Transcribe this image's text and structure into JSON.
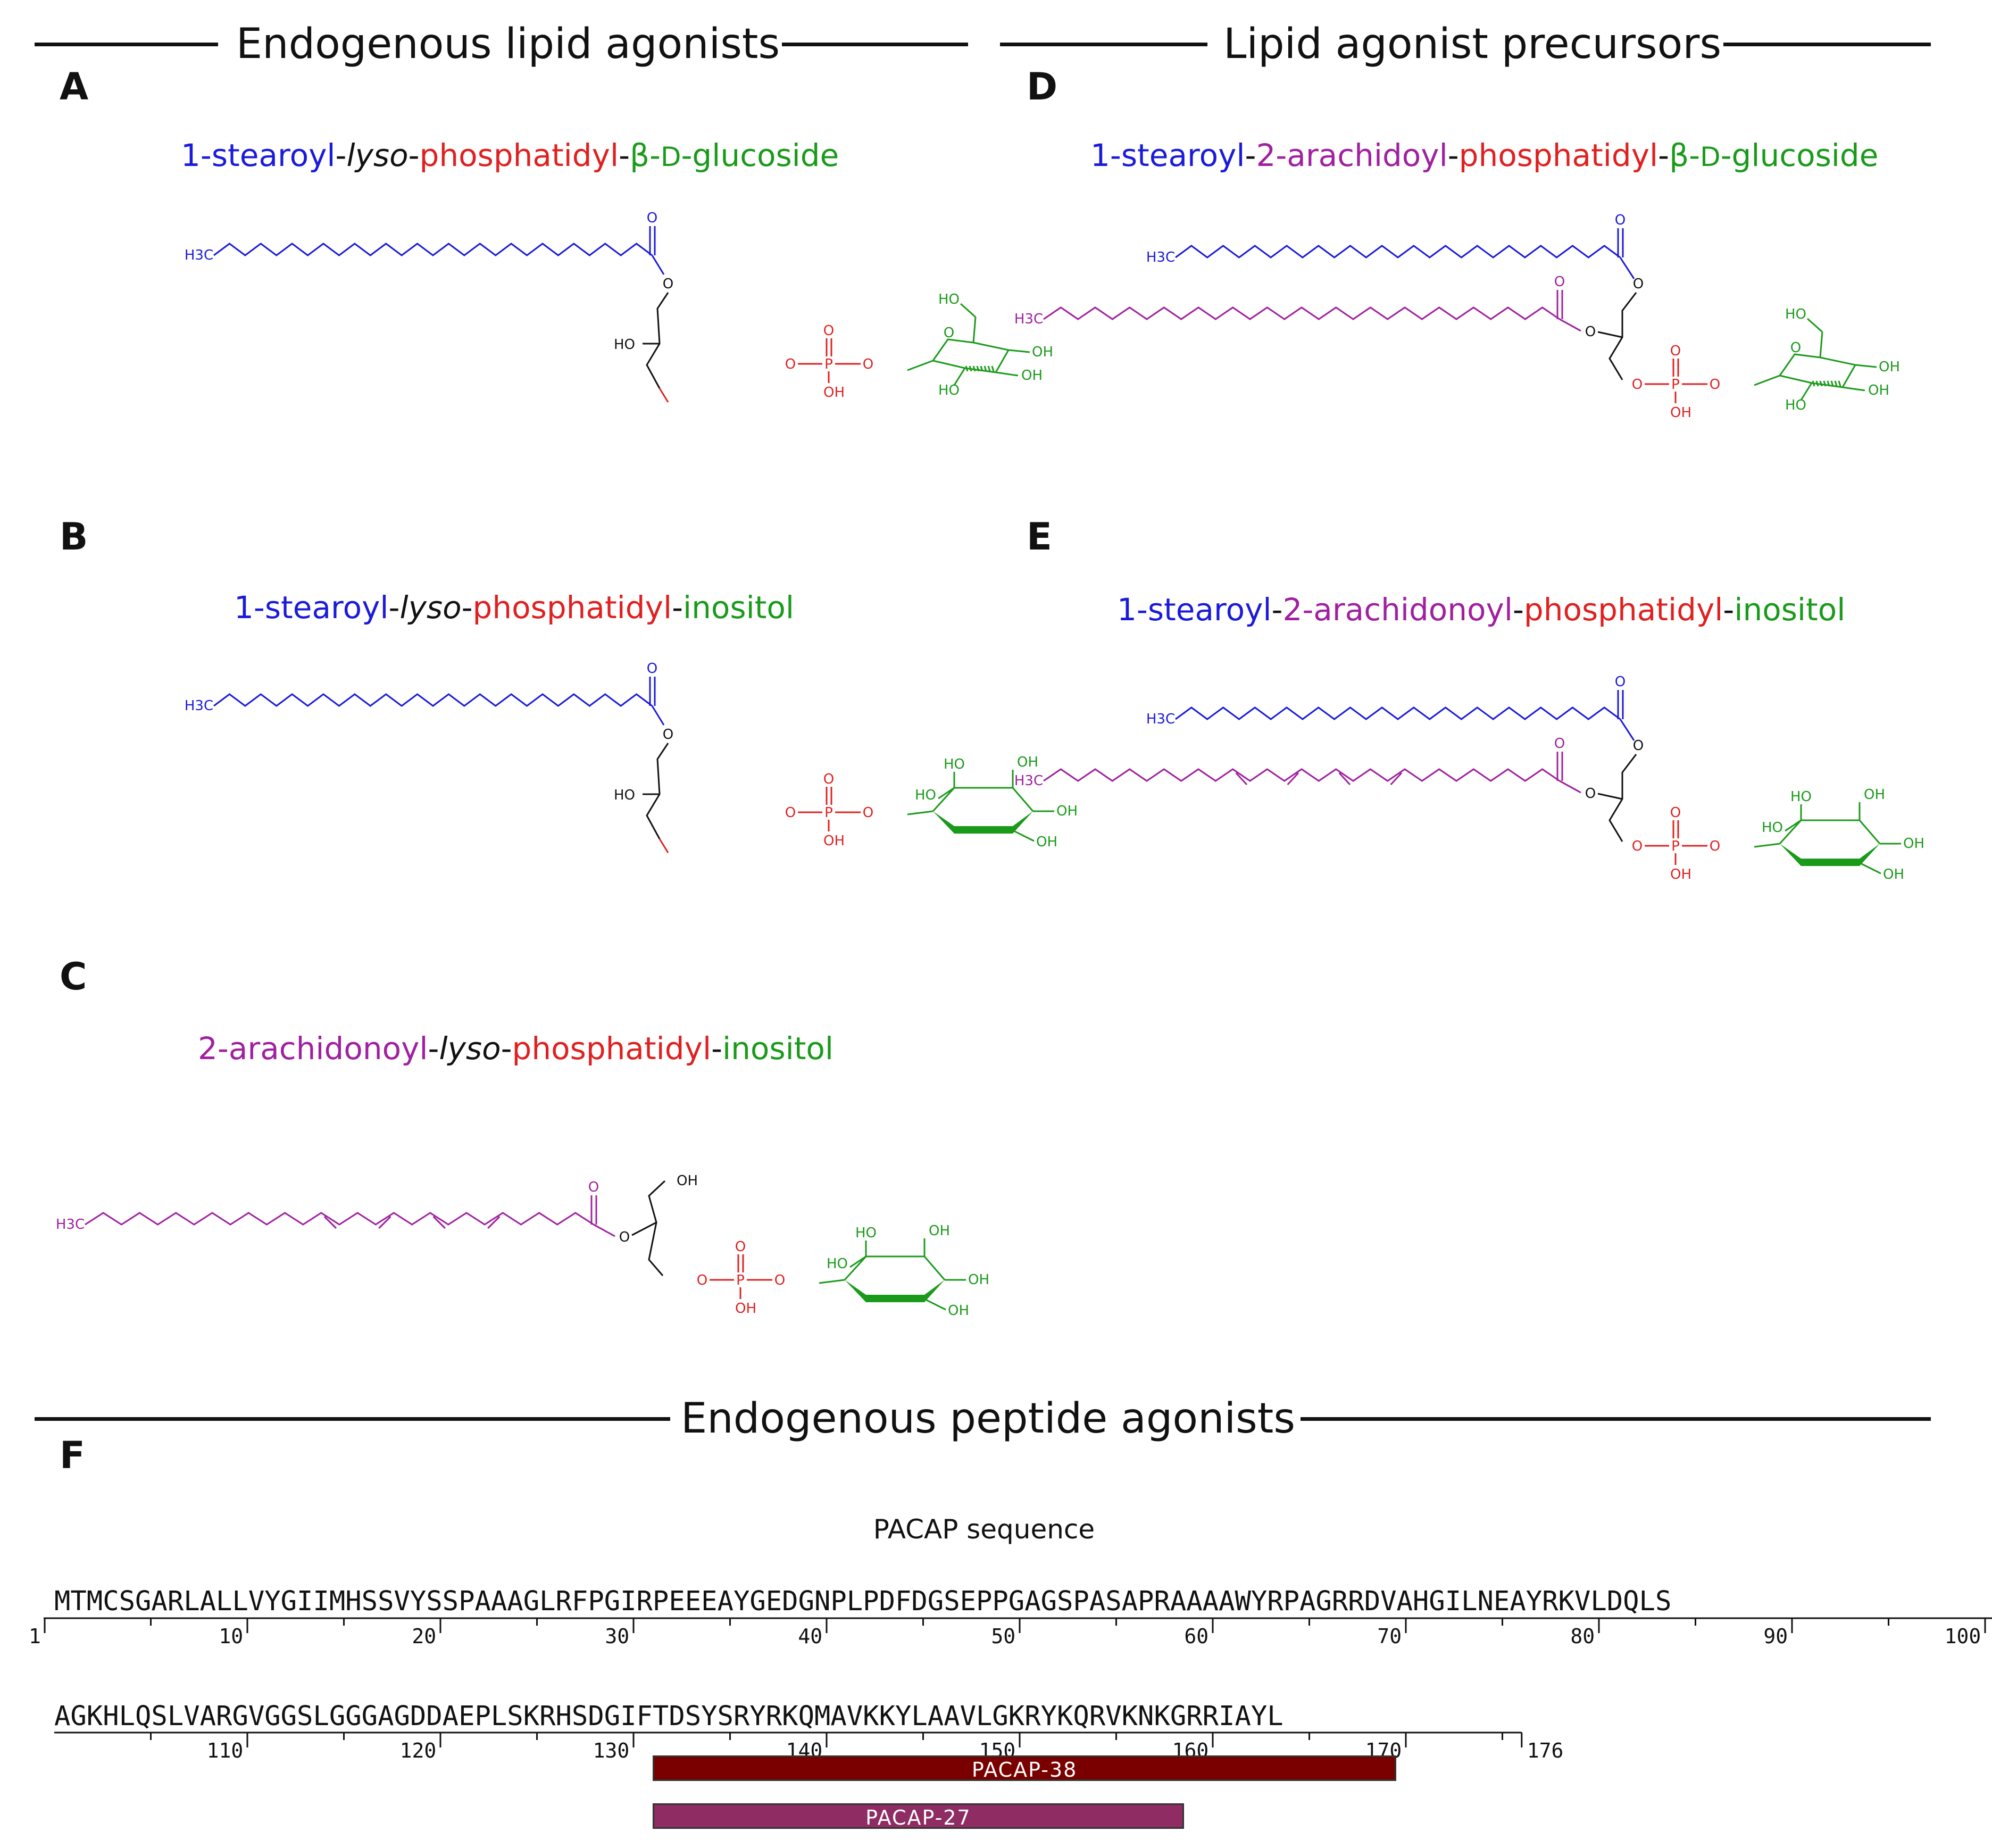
{
  "headers": {
    "lipid_agonists": "Endogenous lipid agonists",
    "lipid_precursors": "Lipid agonist precursors",
    "peptide_agonists": "Endogenous peptide agonists"
  },
  "panels": {
    "A": {
      "label": "A",
      "name": [
        "1-stearoyl",
        "-",
        "lyso",
        "-",
        "phosphatidyl",
        "-",
        "β-",
        "D",
        "-glucoside"
      ]
    },
    "B": {
      "label": "B",
      "name": [
        "1-stearoyl",
        "-",
        "lyso",
        "-",
        "phosphatidyl",
        "-",
        "inositol"
      ]
    },
    "C": {
      "label": "C",
      "name": [
        "2-arachidonoyl",
        "-",
        "lyso",
        "-",
        "phosphatidyl",
        "-",
        "inositol"
      ]
    },
    "D": {
      "label": "D",
      "name": [
        "1-stearoyl",
        "-",
        "2-arachidoyl",
        "-",
        "phosphatidyl",
        "-",
        "β-",
        "D",
        "-glucoside"
      ]
    },
    "E": {
      "label": "E",
      "name": [
        "1-stearoyl",
        "-",
        "2-arachidonoyl",
        "-",
        "phosphatidyl",
        "-",
        "inositol"
      ]
    },
    "F": {
      "label": "F"
    }
  },
  "atoms": {
    "methyl": "H3C",
    "oxygen": "O",
    "hydroxyl_left": "HO",
    "hydroxyl": "OH",
    "phosphorus": "P"
  },
  "colors": {
    "stearoyl": "#1a1adb",
    "arachidonoyl": "#a020a0",
    "phosphate": "#e02020",
    "headgroup": "#1a9a1a",
    "glycerol": "#111111",
    "pacap38": "#7a0000",
    "pacap27": "#8e2c63"
  },
  "sequence": {
    "title": "PACAP sequence",
    "line1": "MTMCSGARLALLVYGIIMHSSVYSSPAAAGLRFPGIRPEEEAYGEDGNPLPDFDGSEPPGAGSPASAPRAAAAWYRPAGRRDVAHGILNEAYRKVLDQLS",
    "line2": "AGKHLQSLVARGVGGSLGGGAGDDAEPLSKRHSDGIFTDSYSRYRKQMAVKKYLAAVLGKRYKQRVKNKGRRIAYL",
    "ticks1": [
      "1",
      "10",
      "20",
      "30",
      "40",
      "50",
      "60",
      "70",
      "80",
      "90",
      "100"
    ],
    "ticks2": [
      "110",
      "120",
      "130",
      "140",
      "150",
      "160",
      "170",
      "176"
    ],
    "peptides": [
      {
        "label": "PACAP-38",
        "start": 132,
        "end": 169
      },
      {
        "label": "PACAP-27",
        "start": 132,
        "end": 158
      }
    ]
  }
}
